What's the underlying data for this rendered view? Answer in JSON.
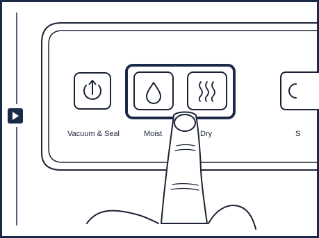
{
  "labels": {
    "vacuum_seal": "Vacuum & Seal",
    "moist": "Moist",
    "dry": "Dry",
    "partial_right": "S"
  },
  "icons": {
    "vacuum_seal": "power-arrow-icon",
    "moist": "water-drop-icon",
    "dry": "heat-waves-icon",
    "step_indicator": "play-triangle-icon",
    "pointing_hand": "pointing-finger-icon"
  },
  "colors": {
    "outline": "#1a2233",
    "highlight": "#1c2a4a",
    "background": "#ffffff"
  }
}
